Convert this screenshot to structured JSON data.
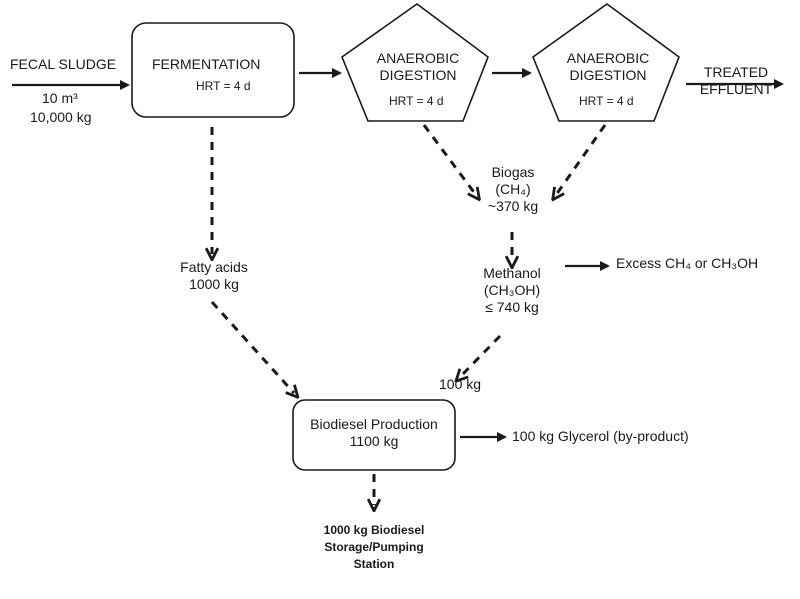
{
  "input": {
    "title": "FECAL SLUDGE",
    "volume": "10 m³",
    "mass": "10,000 kg"
  },
  "fermentation": {
    "title": "FERMENTATION",
    "hrt": "HRT = 4 d"
  },
  "digester1": {
    "line1": "ANAEROBIC",
    "line2": "DIGESTION",
    "hrt": "HRT = 4 d"
  },
  "digester2": {
    "line1": "ANAEROBIC",
    "line2": "DIGESTION",
    "hrt": "HRT = 4 d"
  },
  "output": {
    "line1": "TREATED",
    "line2": "EFFLUENT"
  },
  "biogas": {
    "line1": "Biogas",
    "line2": "(CH₄)",
    "line3": "~370 kg"
  },
  "fatty_acids": {
    "line1": "Fatty acids",
    "line2": "1000 kg"
  },
  "methanol": {
    "line1": "Methanol",
    "line2": "(CH₃OH)",
    "line3": "≤ 740 kg"
  },
  "excess": {
    "label": "Excess CH₄ or CH₃OH"
  },
  "methanol_feed": {
    "label": "100 kg"
  },
  "biodiesel": {
    "title": "Biodiesel Production",
    "mass": "1100 kg"
  },
  "glycerol": {
    "label": "100 kg Glycerol (by-product)"
  },
  "storage": {
    "line1": "1000 kg Biodiesel",
    "line2": "Storage/Pumping",
    "line3": "Station"
  }
}
